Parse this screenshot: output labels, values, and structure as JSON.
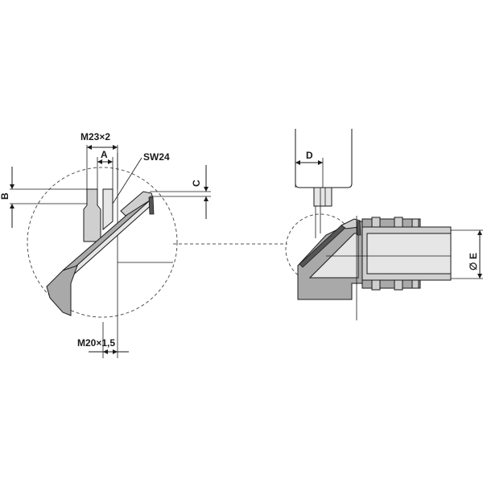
{
  "labels": {
    "thread_top": "M23×2",
    "dim_a": "A",
    "wrench": "SW24",
    "dim_b": "B",
    "dim_c": "C",
    "thread_bottom": "M20×1,5",
    "dim_d": "D",
    "dim_e": "E",
    "diameter_symbol": "∅"
  }
}
